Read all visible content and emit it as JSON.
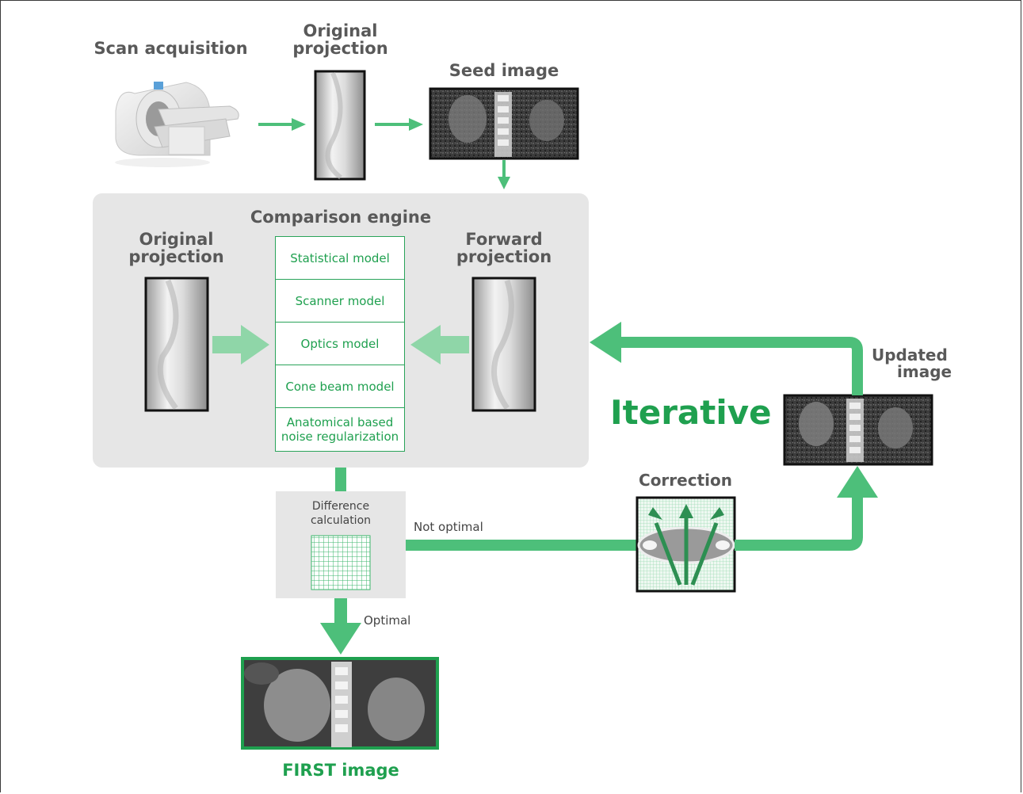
{
  "labels": {
    "scan_acquisition": "Scan acquisition",
    "original_projection_top_line1": "Original",
    "original_projection_top_line2": "projection",
    "seed_image": "Seed image",
    "comparison_engine": "Comparison engine",
    "original_projection_left_line1": "Original",
    "original_projection_left_line2": "projection",
    "forward_projection_line1": "Forward",
    "forward_projection_line2": "projection",
    "updated_image_line1": "Updated",
    "updated_image_line2": "image",
    "iterative": "Iterative",
    "correction": "Correction",
    "difference_line1": "Difference",
    "difference_line2": "calculation",
    "not_optimal": "Not optimal",
    "optimal": "Optimal",
    "first_image": "FIRST image"
  },
  "models": [
    {
      "label": "Statistical model"
    },
    {
      "label": "Scanner model"
    },
    {
      "label": "Optics model"
    },
    {
      "label": "Cone beam model"
    },
    {
      "label": "Anatomical based noise regularization"
    }
  ],
  "colors": {
    "accent_green": "#1fa04f",
    "arrow_green": "#4dbf7a",
    "light_arrow_green": "#8fd6a8",
    "panel_gray": "#e6e6e6",
    "label_gray": "#595959"
  }
}
